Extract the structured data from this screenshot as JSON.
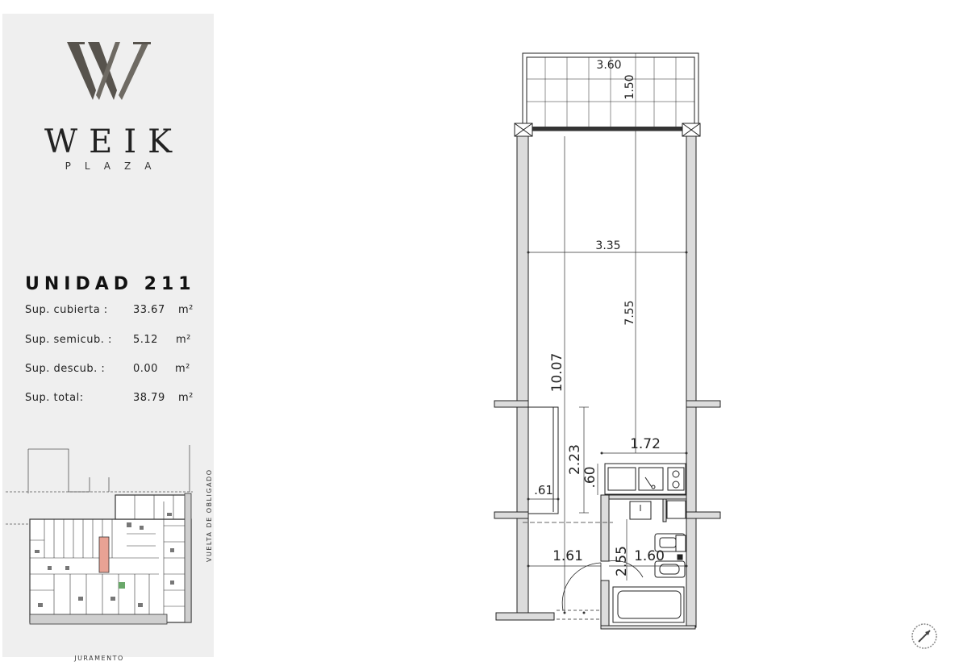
{
  "brand": {
    "name": "WEIK",
    "subtitle": "PLAZA",
    "monogram": "W",
    "color": "#57534d"
  },
  "unit": {
    "title": "UNIDAD 211",
    "rows": [
      {
        "label": "Sup. cubierta :",
        "value": "33.67",
        "unit": "m²"
      },
      {
        "label": "Sup. semicub. :",
        "value": "5.12",
        "unit": "m²"
      },
      {
        "label": "Sup. descub. :",
        "value": "0.00",
        "unit": "m²"
      },
      {
        "label": "Sup. total:",
        "value": "38.79",
        "unit": "m²"
      }
    ]
  },
  "site_plan": {
    "street_bottom": "JURAMENTO",
    "street_right": "VUELTA DE OBLIGADO",
    "highlight_color": "#e8a294"
  },
  "floorplan": {
    "dimensions": {
      "balcony_width": "3.60",
      "balcony_depth": "1.50",
      "room_width": "3.35",
      "room_length": "7.55",
      "total_length": "10.07",
      "kitchen_width": "1.72",
      "corridor_length": "2.23",
      "counter_depth": ".60",
      "closet_depth": ".61",
      "entry_width": "1.61",
      "bath_width": "1.60",
      "bath_depth": "2.55"
    }
  },
  "icons": {
    "compass": "north-arrow-icon"
  }
}
